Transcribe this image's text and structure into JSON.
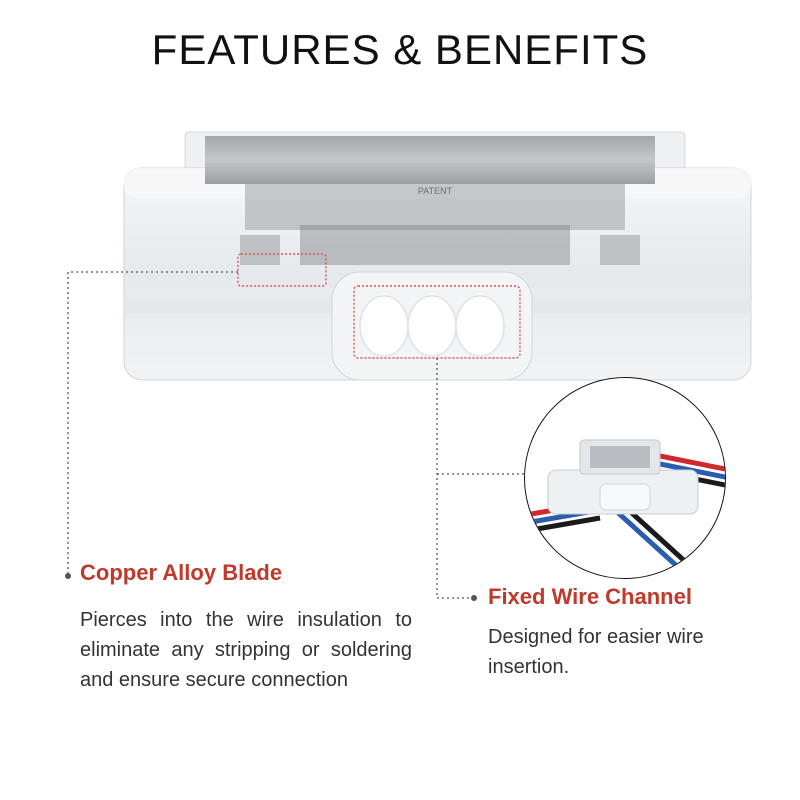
{
  "title": "FEATURES & BENEFITS",
  "features": [
    {
      "title": "Copper Alloy Blade",
      "description": "Pierces into the wire insulation to eliminate any stripping or soldering and ensure secure connection"
    },
    {
      "title": "Fixed Wire Channel",
      "description": "Designed for easier wire insertion."
    }
  ],
  "product_marking": "PATENT",
  "colors": {
    "accent": "#c0392b",
    "highlight_box": "#d9534f",
    "leader_line": "#555555",
    "wire_red": "#d0282e",
    "wire_blue": "#2a5db0",
    "wire_black": "#1a1a1a"
  }
}
